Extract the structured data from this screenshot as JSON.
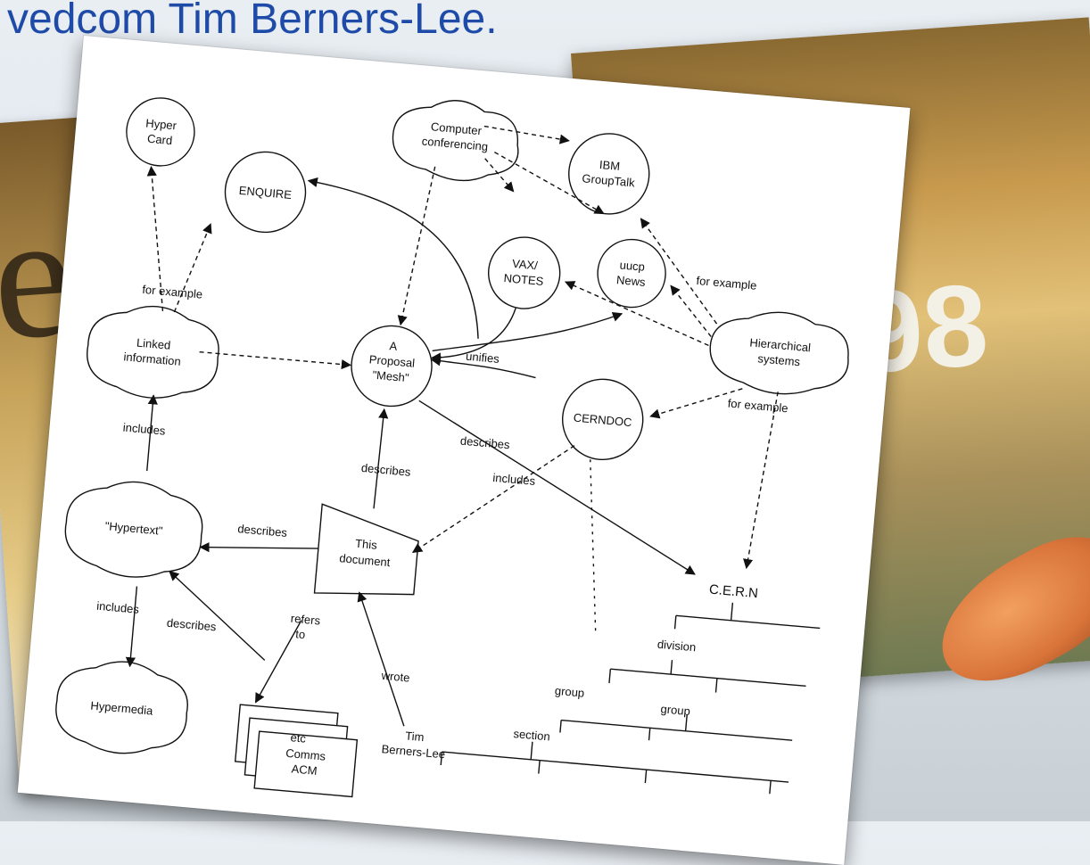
{
  "slide": {
    "title": "vedcom Tim Berners-Lee."
  },
  "diagram": {
    "nodes": {
      "hypercard": [
        "Hyper",
        "Card"
      ],
      "enquire": [
        "ENQUIRE"
      ],
      "computer_conf": [
        "Computer",
        "conferencing"
      ],
      "ibm": [
        "IBM",
        "GroupTalk"
      ],
      "uucp": [
        "uucp",
        "News"
      ],
      "vax": [
        "VAX/",
        "NOTES"
      ],
      "hierarchical": [
        "Hierarchical",
        "systems"
      ],
      "linked": [
        "Linked",
        "information"
      ],
      "proposal": [
        "A",
        "Proposal",
        "\"Mesh\""
      ],
      "cerndoc": [
        "CERNDOC"
      ],
      "hypertext": [
        "\"Hypertext\""
      ],
      "document": [
        "This",
        "document"
      ],
      "hypermedia": [
        "Hypermedia"
      ],
      "tim": [
        "Tim",
        "Berners-Lee"
      ],
      "cern": [
        "C.E.R.N"
      ],
      "comms": [
        "Comms",
        "ACM"
      ],
      "etc": [
        "etc"
      ]
    },
    "edge_labels": {
      "for_example": "for example",
      "unifies": "unifies",
      "describes": "describes",
      "includes": "includes",
      "refers": [
        "refers",
        "to"
      ],
      "wrote": "wrote",
      "division": "division",
      "group": "group",
      "section": "section"
    }
  }
}
